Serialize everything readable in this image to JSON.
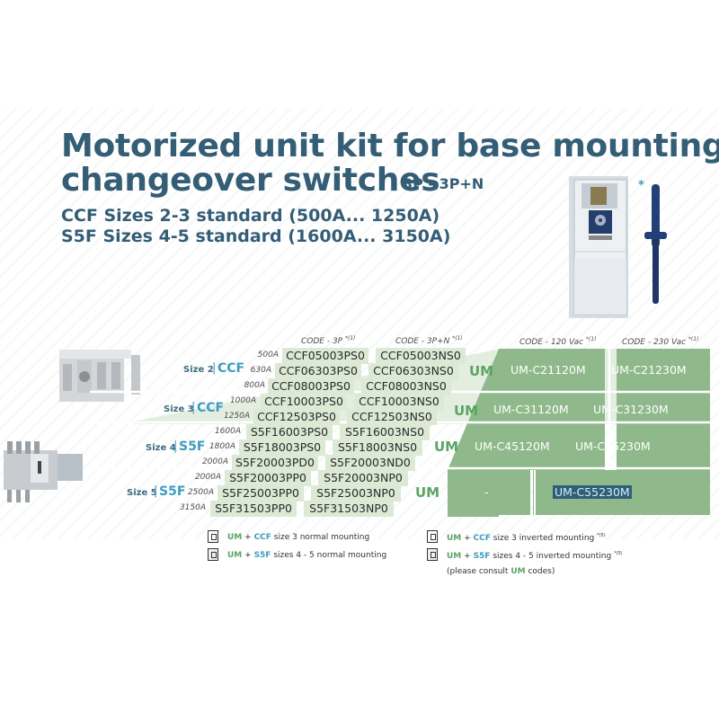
{
  "title": {
    "line1": "Motorized unit kit for base mounting",
    "line2": "changeover switches",
    "suffix": "3P - 3P+N"
  },
  "subtitles": [
    "CCF Sizes 2-3 standard (500A... 1250A)",
    "S5F Sizes 4-5 standard (1600A... 3150A)"
  ],
  "headers": {
    "code3p": "CODE - 3P",
    "code3pn": "CODE - 3P+N",
    "vac120": "CODE - 120 Vac",
    "vac230": "CODE - 230 Vac",
    "note_marker": "*(1)"
  },
  "rows": [
    {
      "amp": "500A",
      "p3": "CCF05003PS0",
      "p3n": "CCF05003NS0"
    },
    {
      "amp": "630A",
      "p3": "CCF06303PS0",
      "p3n": "CCF06303NS0"
    },
    {
      "amp": "800A",
      "p3": "CCF08003PS0",
      "p3n": "CCF08003NS0"
    },
    {
      "amp": "1000A",
      "p3": "CCF10003PS0",
      "p3n": "CCF10003NS0"
    },
    {
      "amp": "1250A",
      "p3": "CCF12503PS0",
      "p3n": "CCF12503NS0"
    },
    {
      "amp": "1600A",
      "p3": "S5F16003PS0",
      "p3n": "S5F16003NS0"
    },
    {
      "amp": "1800A",
      "p3": "S5F18003PS0",
      "p3n": "S5F18003NS0"
    },
    {
      "amp": "2000A",
      "p3": "S5F20003PD0",
      "p3n": "S5F20003ND0"
    },
    {
      "amp": "2000A",
      "p3": "S5F20003PP0",
      "p3n": "S5F20003NP0"
    },
    {
      "amp": "2500A",
      "p3": "S5F25003PP0",
      "p3n": "S5F25003NP0"
    },
    {
      "amp": "3150A",
      "p3": "S5F31503PP0",
      "p3n": "S5F31503NP0"
    }
  ],
  "groups": [
    {
      "size": "Size 2",
      "series": "CCF",
      "um": "UM",
      "vac120": "UM-C21120M",
      "vac230": "UM-C21230M"
    },
    {
      "size": "Size 3",
      "series": "CCF",
      "um": "UM",
      "vac120": "UM-C31120M",
      "vac230": "UM-C31230M"
    },
    {
      "size": "Size 4",
      "series": "S5F",
      "um": "UM",
      "vac120": "UM-C45120M",
      "vac230": "UM-C45230M"
    },
    {
      "size": "Size 5",
      "series": "S5F",
      "um": "UM",
      "vac120": "-",
      "vac230": "UM-C55230M"
    }
  ],
  "legend": [
    {
      "um": "UM",
      "plus": "+",
      "series": "CCF",
      "text": "size 3 normal mounting",
      "note": ""
    },
    {
      "um": "UM",
      "plus": "+",
      "series": "S5F",
      "text": "sizes 4 - 5 normal mounting",
      "note": ""
    },
    {
      "um": "UM",
      "plus": "+",
      "series": "CCF",
      "text": "size 3 inverted mounting",
      "note": "*(5)"
    },
    {
      "um": "UM",
      "plus": "+",
      "series": "S5F",
      "text": "sizes 4 - 5 inverted mounting",
      "note": "*(5)"
    }
  ],
  "consult": {
    "before": "(please consult",
    "um": "UM",
    "after": "codes)"
  },
  "image_asterisk": "*",
  "colors": {
    "title": "#345d76",
    "green_fill": "#8fb98a",
    "light_green": "#dbe9d5",
    "accent_blue": "#3e9cc0",
    "um_green": "#5aa564"
  }
}
